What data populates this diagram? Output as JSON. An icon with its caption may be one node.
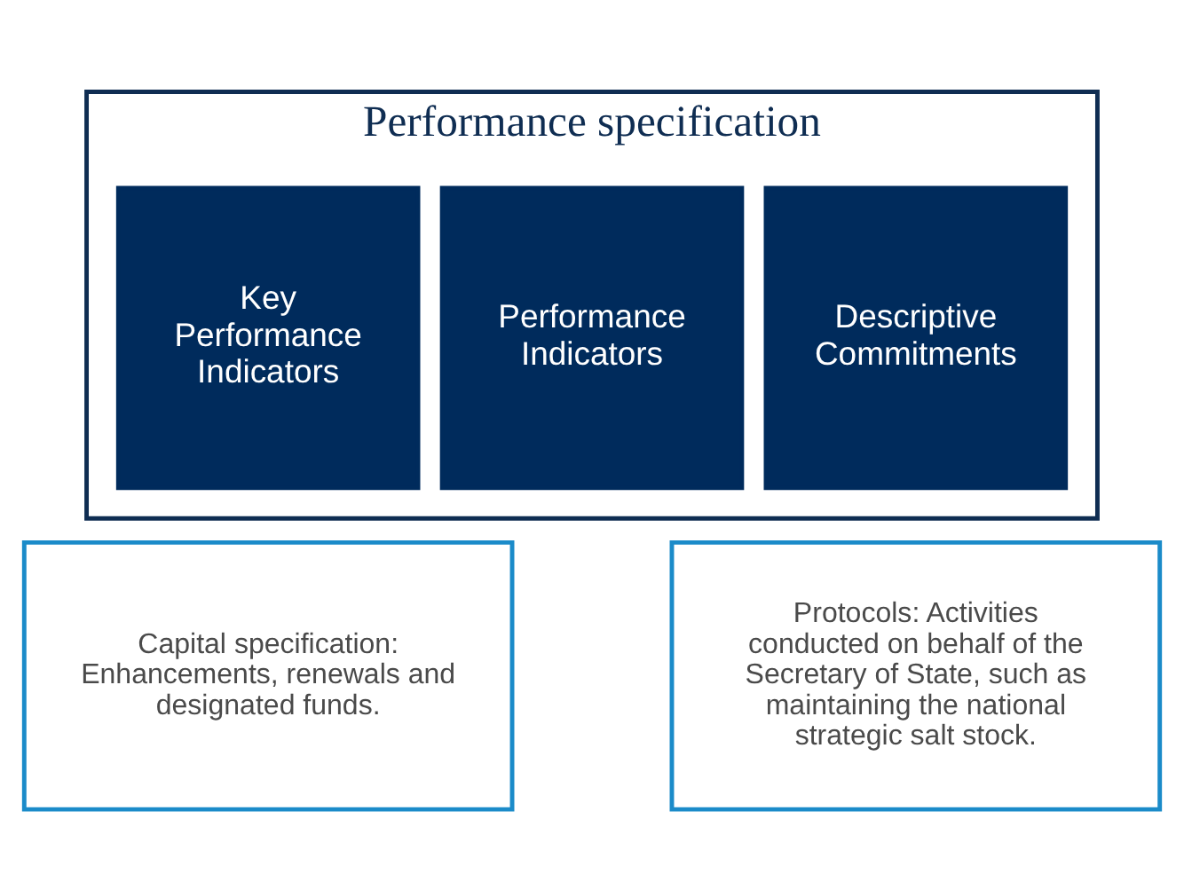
{
  "diagram": {
    "nodes": [
      {
        "text": [
          "Performance specification"
        ]
      },
      {
        "text": [
          "Key Performance Indicators"
        ],
        "in": 0
      },
      {
        "text": [
          "Performance Indicators"
        ],
        "in": 0
      },
      {
        "text": [
          "Descriptive Commitments"
        ],
        "in": 0
      },
      {
        "text": [
          "Capital specification: Enhancements, renewals and designated funds."
        ]
      },
      {
        "text": [
          "Protocols: Activities conducted on behalf of the Secretary of State, such as maintaining the national strategic salt stock."
        ]
      }
    ]
  }
}
